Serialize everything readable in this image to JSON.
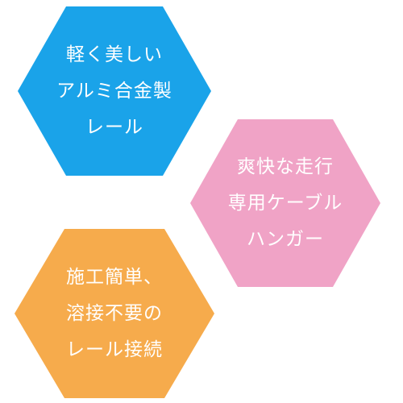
{
  "hexagons": [
    {
      "color": "#1aa3e9",
      "lines": [
        "軽く美しい",
        "アルミ合金製",
        "レール"
      ]
    },
    {
      "color": "#f0a3c6",
      "lines": [
        "爽快な走行",
        "専用ケーブル",
        "ハンガー"
      ]
    },
    {
      "color": "#f6ab4c",
      "lines": [
        "施工簡単、",
        "溶接不要の",
        "レール接続"
      ]
    }
  ]
}
